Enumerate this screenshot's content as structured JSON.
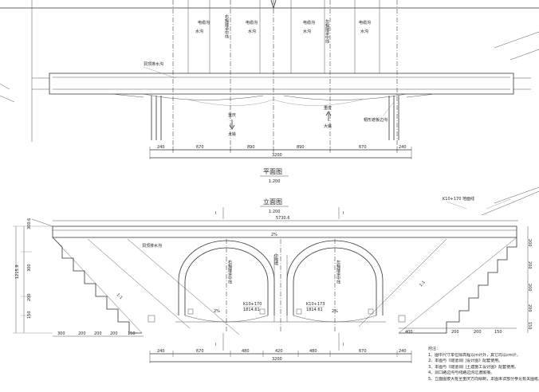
{
  "plan": {
    "title": "平面图",
    "scale": "1:200",
    "labels": {
      "cable_trench_left": "电缆沟",
      "water_trench_left": "水沟",
      "cable_trench_mid_left": "电缆沟",
      "water_trench_mid_left": "水沟",
      "cable_trench_mid_right": "电缆沟",
      "water_trench_mid_right": "水沟",
      "cable_trench_right": "电缆沟",
      "water_trench_right": "水沟",
      "right_tunnel_centerline": "右幅隧道中线",
      "left_tunnel_centerline": "左幅隧道中线",
      "crown_drain": "洞顶排水沟",
      "toward_left": "重庆",
      "toward_left_dest": "大姚",
      "toward_right": "重庆",
      "toward_right_dest": "大姚",
      "side_ditch": "帽形遮板边沟"
    },
    "dims": [
      "240",
      "670",
      "890",
      "890",
      "670",
      "240"
    ],
    "total": "3200"
  },
  "elevation": {
    "title": "立面图",
    "scale": "1:200",
    "chainage_top": "5730.6",
    "ground_line": "K10+170 地面线",
    "section_mark": "I",
    "crown_drain": "洞顶排水沟",
    "right_centerline": "右幅隧道中线",
    "left_centerline": "左幅隧道中线",
    "middle_wall": "中隔墙",
    "station_left": "K10+170",
    "elev_left": "1814.61",
    "station_right": "K10+173",
    "elev_right": "1814.61",
    "slope_pct": "2%",
    "slope_ratio": "1:1",
    "left_dims": [
      "300.6",
      "1215.9",
      "300",
      "200",
      "150"
    ],
    "bottom_steps": [
      "300",
      "200",
      "200",
      "200",
      "150"
    ],
    "right_steps": [
      "400",
      "200",
      "200",
      "150"
    ],
    "right_side_dims": [
      "200",
      "200",
      "200",
      "200",
      "150"
    ],
    "bottom_dims": [
      "240",
      "670",
      "480",
      "420",
      "480",
      "670",
      "240"
    ],
    "total": "3200"
  },
  "notes": {
    "title": "附注：",
    "items": [
      "1、图中尺寸单位除高程以m计外，其它均以cm计。",
      "2、本图与《隧道洞门设计图》配套使用。",
      "3、本图与《隧道洞门土建施工设计图》配套使用。",
      "4、洞口路边沟与线路边沟过渡顺接。",
      "5、立面图按大桩至重庆方向绘制，本图未详部分参见有关图纸。"
    ]
  }
}
